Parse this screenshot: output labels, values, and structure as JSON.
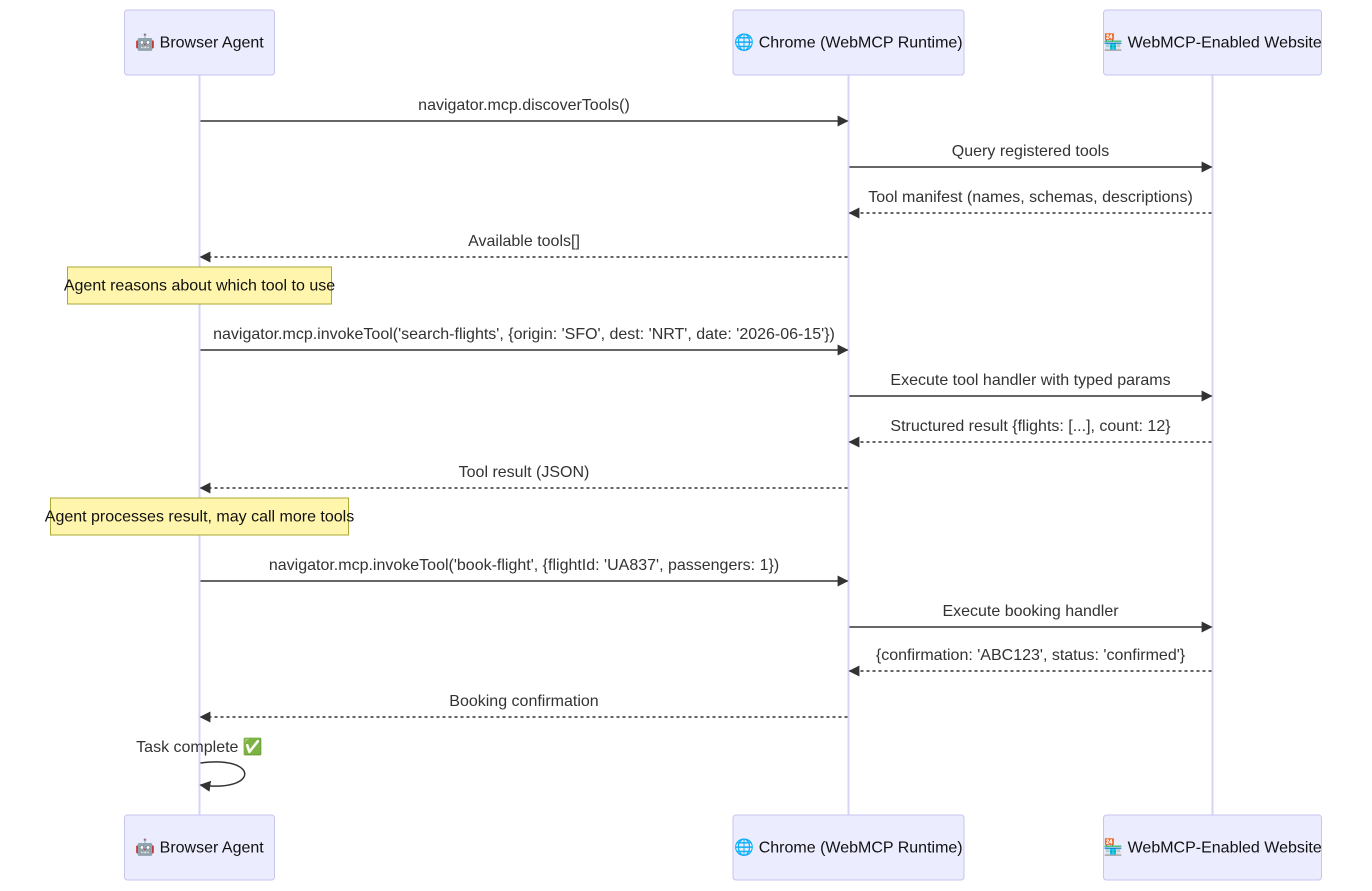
{
  "actors": [
    {
      "id": "agent",
      "icon": "robot-icon",
      "label": "🤖 Browser Agent"
    },
    {
      "id": "chrome",
      "icon": "globe-icon",
      "label": "🌐 Chrome (WebMCP Runtime)"
    },
    {
      "id": "site",
      "icon": "storefront-icon",
      "label": "🏪 WebMCP-Enabled Website"
    }
  ],
  "steps": [
    {
      "kind": "message",
      "from": "agent",
      "to": "chrome",
      "style": "solid",
      "label": "navigator.mcp.discoverTools()"
    },
    {
      "kind": "message",
      "from": "chrome",
      "to": "site",
      "style": "solid",
      "label": "Query registered tools"
    },
    {
      "kind": "message",
      "from": "site",
      "to": "chrome",
      "style": "dashed",
      "label": "Tool manifest (names, schemas, descriptions)"
    },
    {
      "kind": "message",
      "from": "chrome",
      "to": "agent",
      "style": "dashed",
      "label": "Available tools[]"
    },
    {
      "kind": "note",
      "over": "agent",
      "label": "Agent reasons about which tool to use"
    },
    {
      "kind": "message",
      "from": "agent",
      "to": "chrome",
      "style": "solid",
      "label": "navigator.mcp.invokeTool('search-flights', {origin: 'SFO', dest: 'NRT', date: '2026-06-15'})"
    },
    {
      "kind": "message",
      "from": "chrome",
      "to": "site",
      "style": "solid",
      "label": "Execute tool handler with typed params"
    },
    {
      "kind": "message",
      "from": "site",
      "to": "chrome",
      "style": "dashed",
      "label": "Structured result {flights: [...], count: 12}"
    },
    {
      "kind": "message",
      "from": "chrome",
      "to": "agent",
      "style": "dashed",
      "label": "Tool result (JSON)"
    },
    {
      "kind": "note",
      "over": "agent",
      "label": "Agent processes result, may call more tools"
    },
    {
      "kind": "message",
      "from": "agent",
      "to": "chrome",
      "style": "solid",
      "label": "navigator.mcp.invokeTool('book-flight', {flightId: 'UA837', passengers: 1})"
    },
    {
      "kind": "message",
      "from": "chrome",
      "to": "site",
      "style": "solid",
      "label": "Execute booking handler"
    },
    {
      "kind": "message",
      "from": "site",
      "to": "chrome",
      "style": "dashed",
      "label": "{confirmation: 'ABC123', status: 'confirmed'}"
    },
    {
      "kind": "message",
      "from": "chrome",
      "to": "agent",
      "style": "dashed",
      "label": "Booking confirmation"
    },
    {
      "kind": "self",
      "from": "agent",
      "to": "agent",
      "style": "solid",
      "label": "Task complete ✅"
    }
  ],
  "colors": {
    "actor_fill": "#ececff",
    "actor_stroke": "#c7c4f0",
    "lifeline": "#d6d4f4",
    "message": "#333333",
    "note_fill": "#fff5ad",
    "note_stroke": "#aaaa33"
  }
}
